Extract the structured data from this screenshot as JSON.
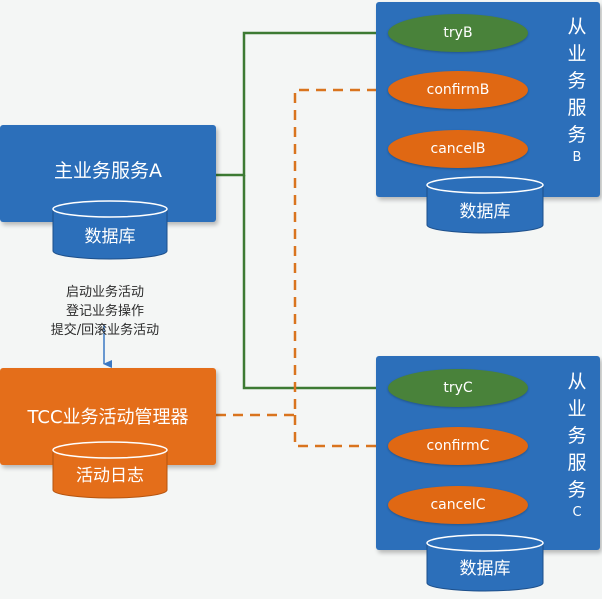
{
  "main_service": {
    "title": "主业务服务A",
    "db": "数据库"
  },
  "notes": [
    "启动业务活动",
    "登记业务操作",
    "提交/回滚业务活动"
  ],
  "tcc_manager": {
    "title": "TCC业务活动管理器",
    "log": "活动日志"
  },
  "service_b": {
    "label_chars": [
      "从",
      "业",
      "务",
      "服",
      "务"
    ],
    "label_letter": "B",
    "db": "数据库",
    "ops": [
      "tryB",
      "confirmB",
      "cancelB"
    ]
  },
  "service_c": {
    "label_chars": [
      "从",
      "业",
      "务",
      "服",
      "务"
    ],
    "label_letter": "C",
    "db": "数据库",
    "ops": [
      "tryC",
      "confirmC",
      "cancelC"
    ]
  },
  "colors": {
    "blue": "#2c6fba",
    "orange": "#e46e1a",
    "green": "#49823a",
    "line_green": "#3d7a33",
    "line_orange": "#d9741e"
  }
}
